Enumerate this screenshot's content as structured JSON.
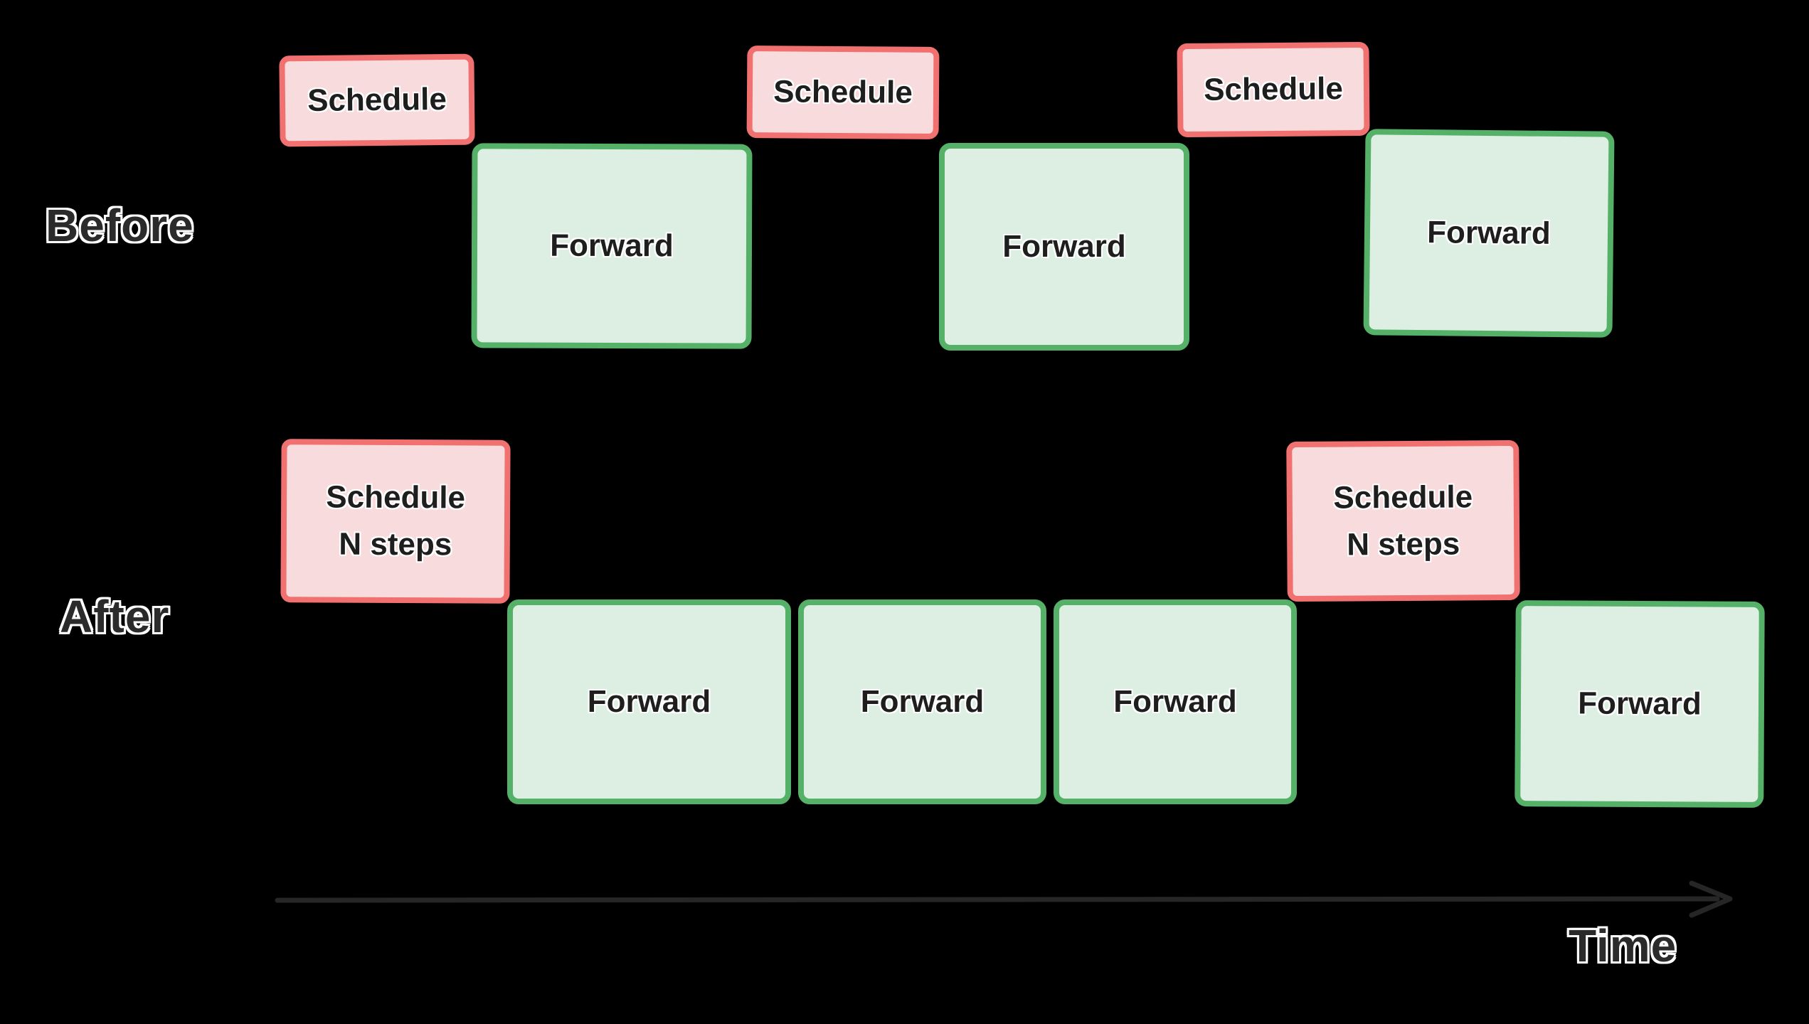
{
  "background": "#000000",
  "colors": {
    "background": "#000000",
    "schedule_fill": "#f8dbdc",
    "schedule_border": "#f0716f",
    "forward_fill": "#ddefe2",
    "forward_border": "#55b167",
    "box_text_color": "#1e1e1e",
    "label_color": "#2b2b2b",
    "axis_color": "#262626"
  },
  "rows": {
    "before": {
      "label": "Before",
      "boxes": [
        {
          "type": "schedule",
          "label": "Schedule"
        },
        {
          "type": "forward",
          "label": "Forward"
        },
        {
          "type": "schedule",
          "label": "Schedule"
        },
        {
          "type": "forward",
          "label": "Forward"
        },
        {
          "type": "schedule",
          "label": "Schedule"
        },
        {
          "type": "forward",
          "label": "Forward"
        }
      ]
    },
    "after": {
      "label": "After",
      "boxes": [
        {
          "type": "schedule",
          "label": "Schedule",
          "sublabel": "N steps"
        },
        {
          "type": "forward",
          "label": "Forward"
        },
        {
          "type": "forward",
          "label": "Forward"
        },
        {
          "type": "forward",
          "label": "Forward"
        },
        {
          "type": "schedule",
          "label": "Schedule",
          "sublabel": "N steps"
        },
        {
          "type": "forward",
          "label": "Forward"
        }
      ]
    }
  },
  "axis": {
    "label": "Time"
  }
}
